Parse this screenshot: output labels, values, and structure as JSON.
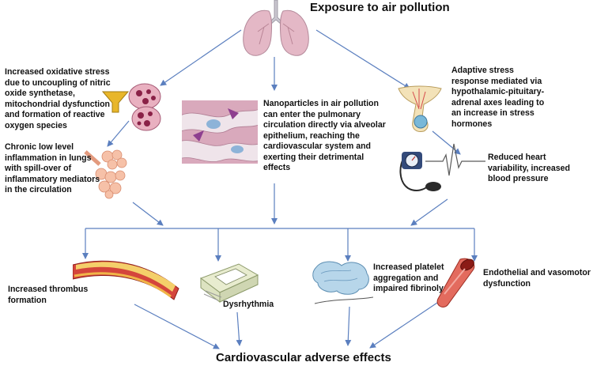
{
  "top_title": "Exposure to air pollution",
  "bottom_title": "Cardiovascular adverse effects",
  "nodes": {
    "oxidative_stress": "Increased oxidative stress\ndue to uncoupling of nitric\noxide synthetase,\nmitochondrial dysfunction\nand formation of reactive\noxygen species",
    "nanoparticles": "Nanoparticles in air pollution\ncan enter the pulmonary\ncirculation directly via alveolar\nepithelium, reaching the\ncardiovascular system and\nexerting their detrimental\neffects",
    "adaptive_stress": "Adaptive stress\nresponse mediated via\nhypothalamic-pituitary-\nadrenal axes leading to\nan increase in stress\nhormones",
    "inflammation": "Chronic low level\ninflammation in lungs\nwith spill-over of\ninflammatory mediators\nin the circulation",
    "heart_variability": "Reduced heart\nvariability, increased\nblood pressure",
    "thrombus": "Increased thrombus\nformation",
    "dysrhythmia": "Dysrhythmia",
    "platelet": "Increased platelet\naggregation and\nimpaired fibrinolysis",
    "endothelial": "Endothelial and vasomotor\ndysfunction"
  },
  "icons": [
    "lungs-icon",
    "mitochondria-icon",
    "alveolar-capillary-icon",
    "brain-hypothalamus-icon",
    "alveoli-icon",
    "blood-pressure-monitor-icon",
    "blood-vessel-thrombus-icon",
    "ecg-machine-icon",
    "platelet-aggregate-icon",
    "artery-icon"
  ],
  "colors": {
    "arrow": "#5b7fbf",
    "text": "#111111"
  }
}
